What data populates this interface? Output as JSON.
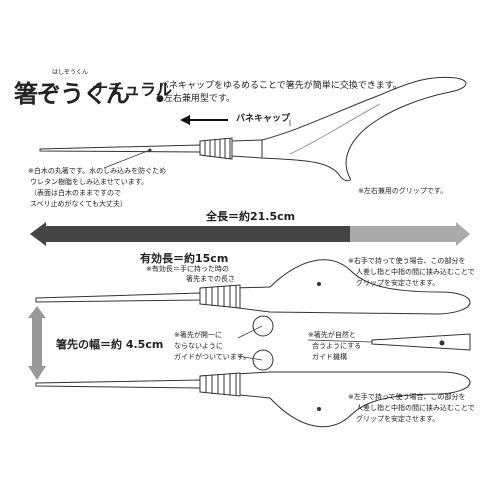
{
  "logo": {
    "main": "箸ぞうくん",
    "ruby": "はしぞうくん",
    "sub": "ナチュラル"
  },
  "top_notes": {
    "line1": "バネキャップをゆるめることで箸先が簡単に交換できます。",
    "line2": "●左右兼用型です。"
  },
  "spring_cap_label": "バネキャップ",
  "tip_note": {
    "line1": "※白木の丸箸です。水のしみ込みを防ぐため",
    "line2": "ウレタン樹脂をしみ込ませています。",
    "line3": "（表面は白木のままですので",
    "line4": "スベリ止めがなくても大丈夫）"
  },
  "grip_note": "※左右兼用のグリップです。",
  "total_length": "全長＝約21.5cm",
  "effective_length": "有効長＝約15cm",
  "effective_note": {
    "line1": "※有効長＝手に持った時の",
    "line2": "箸先までの長さ"
  },
  "right_hand_note": {
    "line1": "※右手で持って使う場合、この部分を",
    "line2": "人差し指と中指の間に挟み込むことで",
    "line3": "グリップを安定させます。"
  },
  "tip_width": "箸先の幅＝約 4.5cm",
  "guide_note": {
    "line1": "※箸先が開一に",
    "line2": "ならないように",
    "line3": "ガイドがついています。"
  },
  "guide_mech_note": {
    "line1": "※箸先が自然と",
    "line2": "合うようにする",
    "line3": "ガイド機構"
  },
  "left_hand_note": {
    "line1": "※左手で持って使う場合、この部分を",
    "line2": "人差し指と中指の間に挟み込むことで",
    "line3": "グリップを安定させます。"
  }
}
